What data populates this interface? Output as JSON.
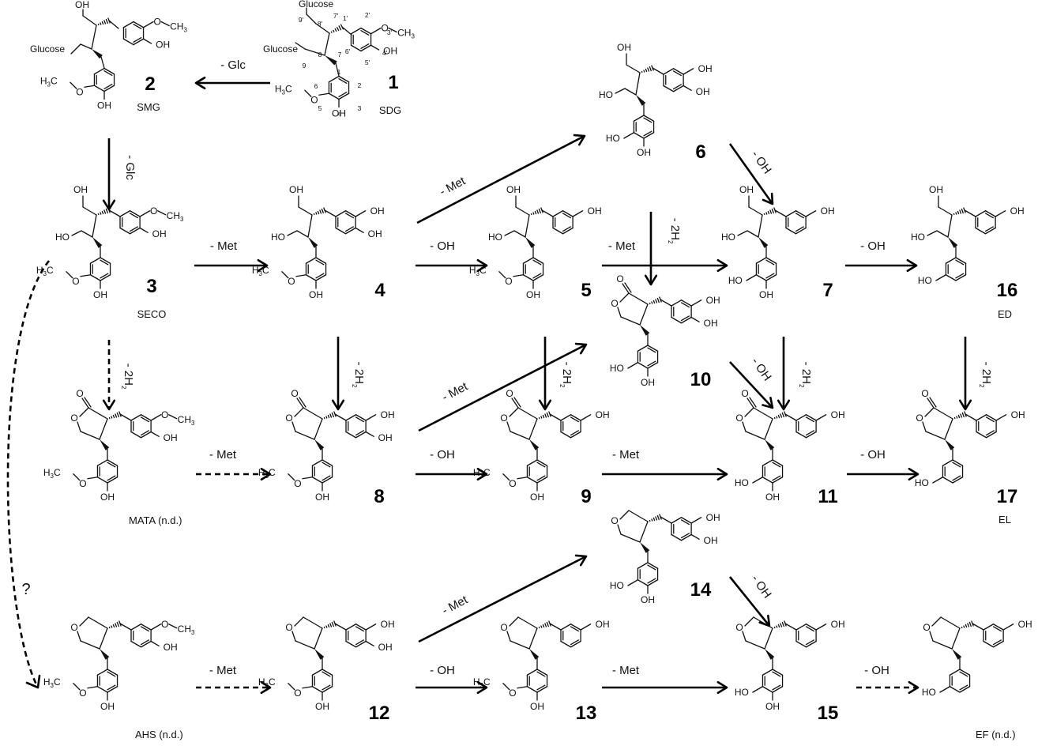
{
  "compounds": [
    {
      "num": "1",
      "name": "SDG"
    },
    {
      "num": "2",
      "name": "SMG"
    },
    {
      "num": "3",
      "name": "SECO"
    },
    {
      "num": "4",
      "name": ""
    },
    {
      "num": "5",
      "name": ""
    },
    {
      "num": "6",
      "name": ""
    },
    {
      "num": "7",
      "name": ""
    },
    {
      "num": "8",
      "name": ""
    },
    {
      "num": "9",
      "name": ""
    },
    {
      "num": "10",
      "name": ""
    },
    {
      "num": "11",
      "name": ""
    },
    {
      "num": "12",
      "name": ""
    },
    {
      "num": "13",
      "name": ""
    },
    {
      "num": "14",
      "name": ""
    },
    {
      "num": "15",
      "name": ""
    },
    {
      "num": "16",
      "name": "ED"
    },
    {
      "num": "17",
      "name": "EL"
    }
  ],
  "undetected": [
    {
      "name": "MATA (n.d.)"
    },
    {
      "name": "AHS (n.d.)"
    },
    {
      "name": "EF (n.d.)"
    }
  ],
  "reaction_labels": {
    "glc": "- Glc",
    "met": "- Met",
    "oh": "- OH",
    "h2": "- 2H",
    "h2_sub": "2",
    "unknown": "?"
  },
  "atom_labels": {
    "oh": "OH",
    "ho": "HO",
    "o": "O",
    "glucose": "Glucose",
    "ch3": "CH",
    "ch3_sub": "3",
    "h3c": "H",
    "h3c_sub": "3",
    "h3c_c": "C"
  },
  "numbering": {
    "ring_a": [
      "1",
      "2",
      "3",
      "4",
      "5",
      "6",
      "7",
      "8",
      "9"
    ],
    "ring_b": [
      "1'",
      "2'",
      "3'",
      "4'",
      "5'",
      "6'",
      "7'",
      "8'",
      "9'"
    ]
  }
}
